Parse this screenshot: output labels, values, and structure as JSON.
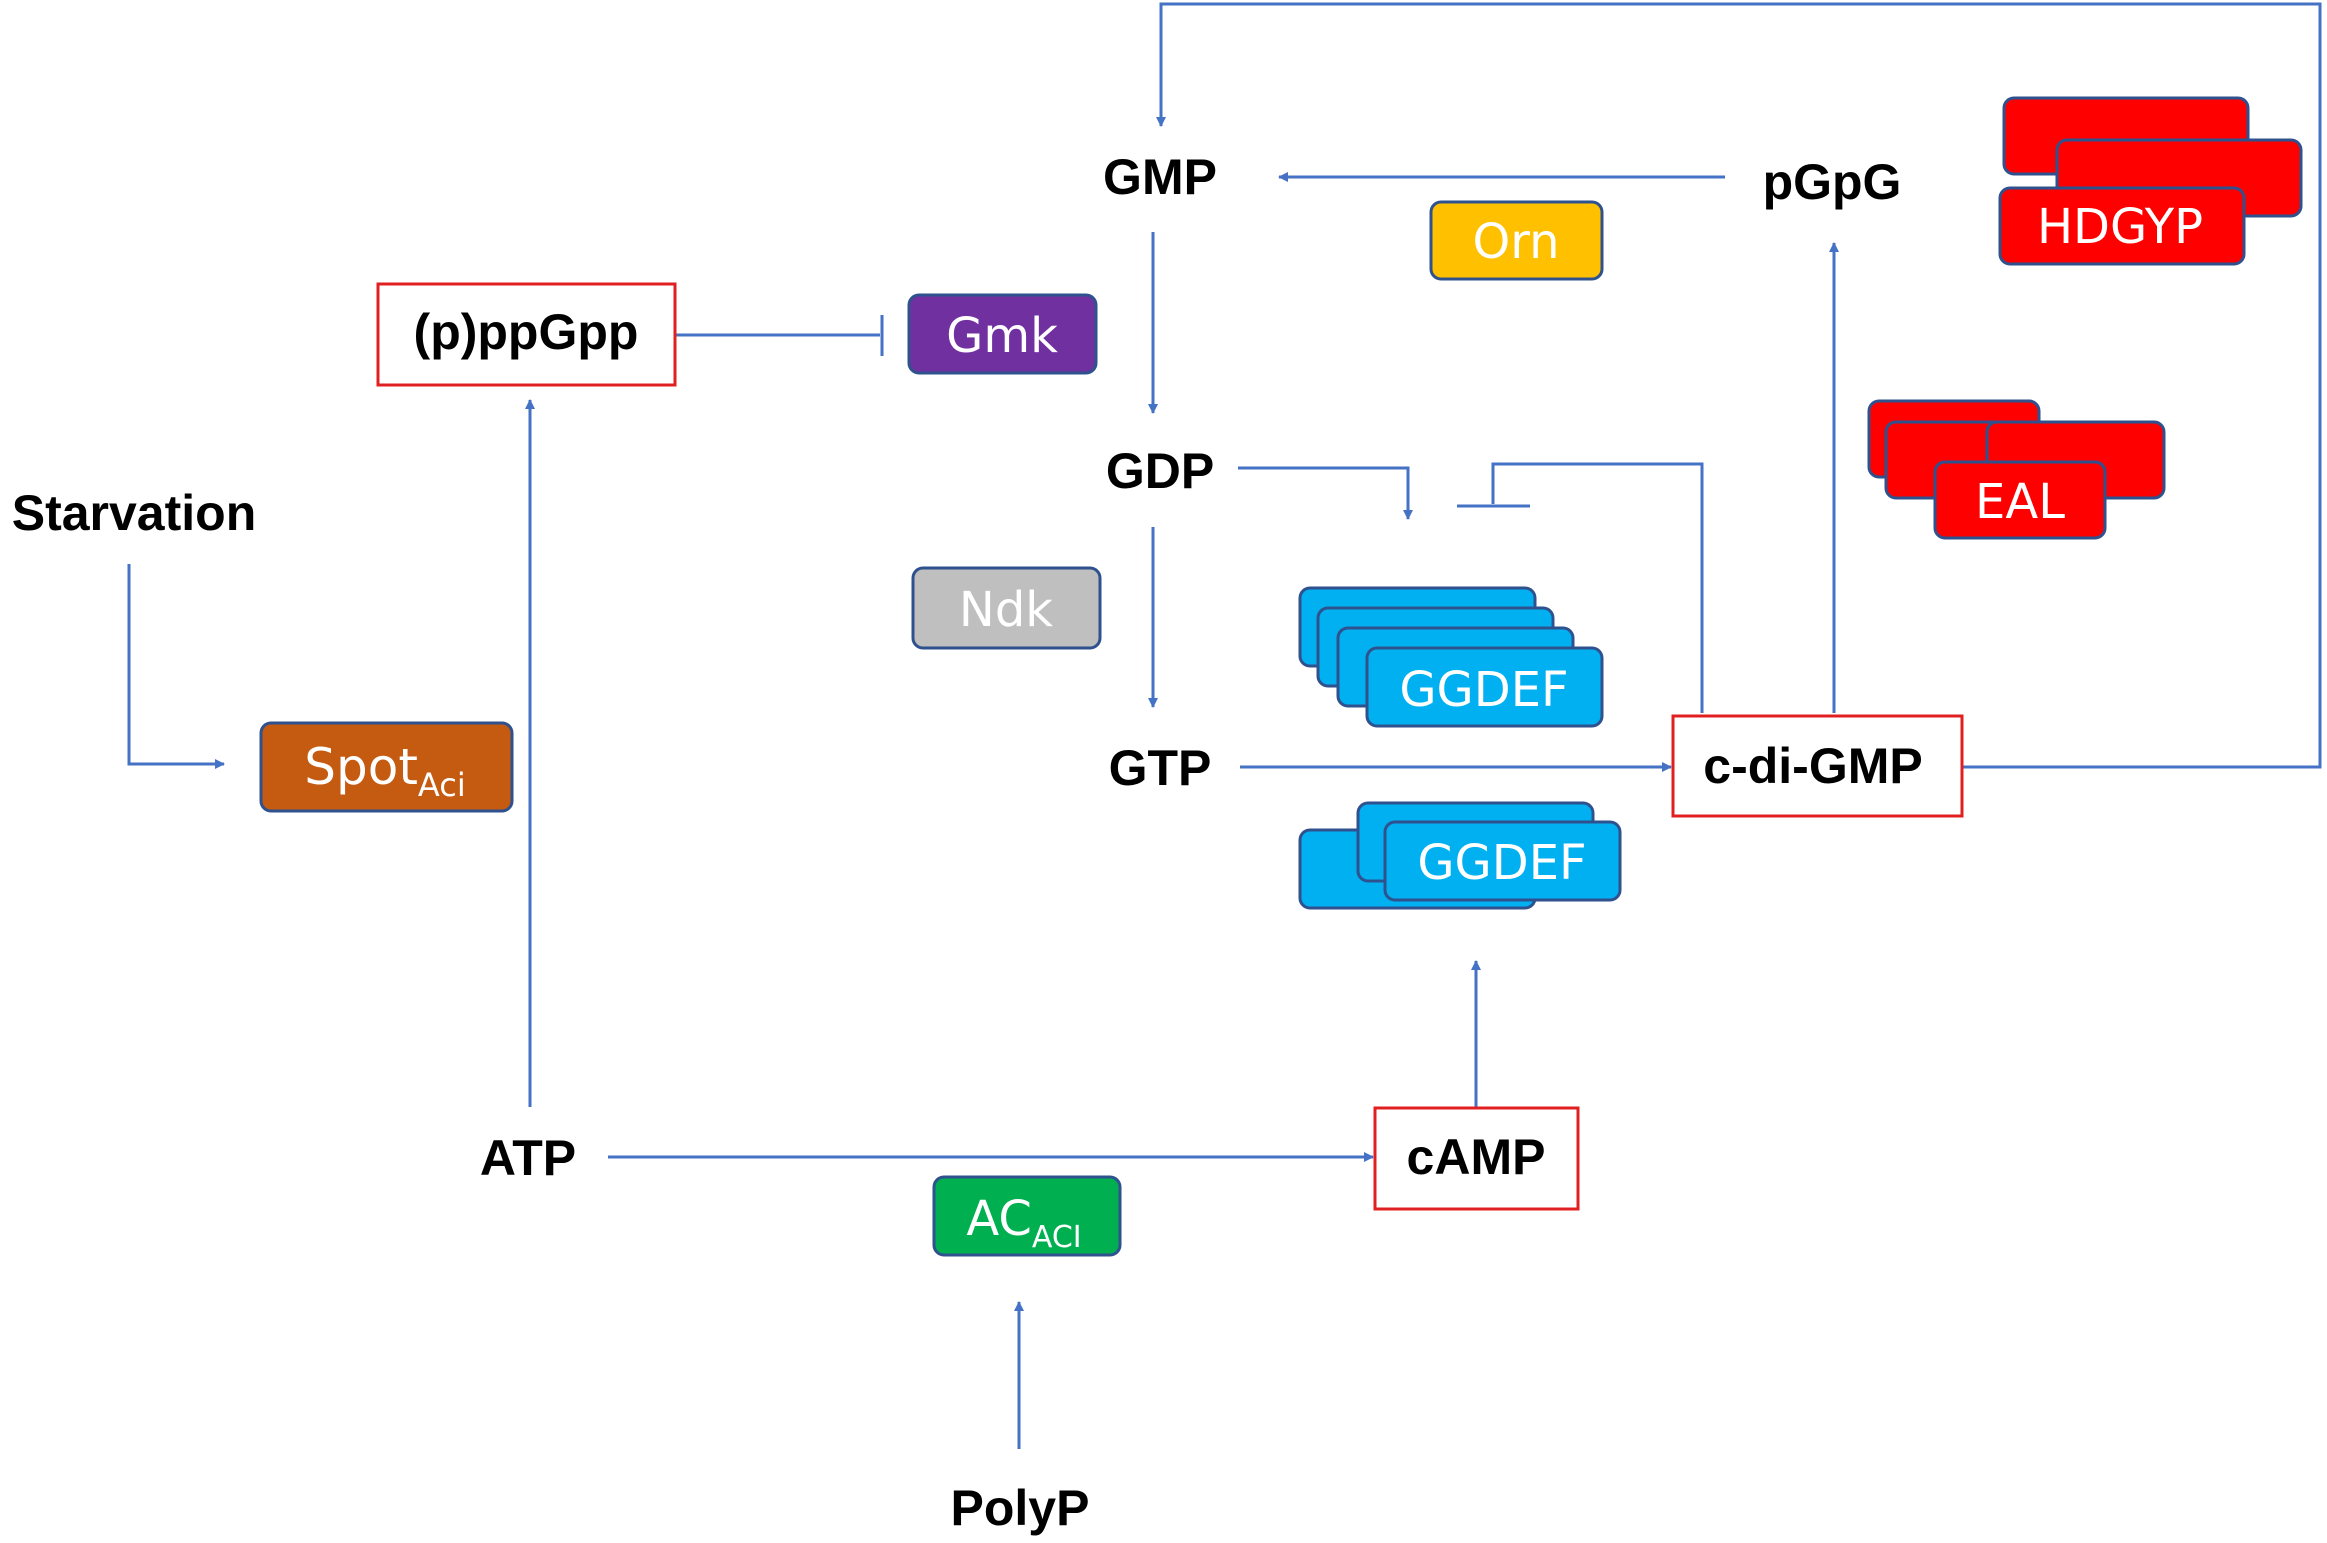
{
  "colors": {
    "arrow": "#4472C4",
    "highlight_border": "#E02020",
    "spot": "#C55A11",
    "gmk": "#7030A0",
    "ndk": "#BFBFBF",
    "orn": "#FFC000",
    "ggdef": "#00B0F0",
    "eal": "#FF0000",
    "hdgyp": "#FF0000",
    "ac": "#00B050"
  },
  "metabolites": {
    "gmp": "GMP",
    "gdp": "GDP",
    "gtp": "GTP",
    "pgpg": "pGpG",
    "ppgpp": "(p)ppGpp",
    "starvation": "Starvation",
    "atp": "ATP",
    "camp": "cAMP",
    "cdigmp": "c-di-GMP",
    "polyp": "PolyP"
  },
  "enzymes": {
    "spot": {
      "base": "Spot",
      "sub": "Aci"
    },
    "gmk": "Gmk",
    "ndk": "Ndk",
    "orn": "Orn",
    "ggdef": "GGDEF",
    "eal": "EAL",
    "hdgyp": "HDGYP",
    "ac": {
      "base": "AC",
      "sub": "ACI"
    }
  }
}
